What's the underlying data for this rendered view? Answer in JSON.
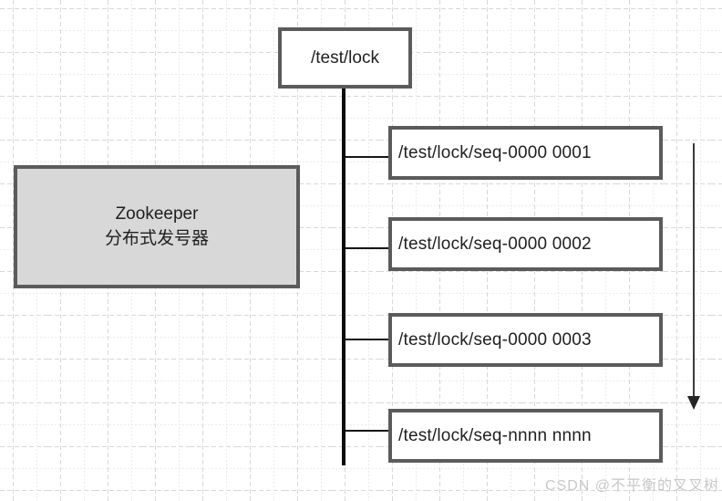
{
  "diagram": {
    "title_concept": "Zookeeper distributed sequence node diagram",
    "root_node": {
      "label": "/test/lock"
    },
    "zookeeper_node": {
      "line1": "Zookeeper",
      "line2": "分布式发号器"
    },
    "sequence_nodes": [
      {
        "label": "/test/lock/seq-0000 0001"
      },
      {
        "label": "/test/lock/seq-0000 0002"
      },
      {
        "label": "/test/lock/seq-0000 0003"
      },
      {
        "label": "/test/lock/seq-nnnn nnnn"
      }
    ],
    "arrow": {
      "direction": "down",
      "meaning": "increasing sequence order"
    },
    "watermark": "CSDN @不平衡的叉叉树",
    "colors": {
      "node_border": "#5b5b5b",
      "zookeeper_fill": "#d8d8d8",
      "node_fill": "#ffffff",
      "trunk_line": "#0c0c0c",
      "arrow": "#252525",
      "grid_major": "#d8d8d8",
      "grid_minor": "#ebebeb",
      "watermark": "#c8c8c8"
    }
  }
}
